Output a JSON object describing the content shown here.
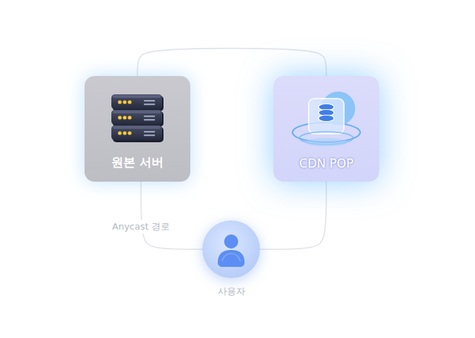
{
  "diagram": {
    "nodes": [
      {
        "text": [
          "원본 서버"
        ]
      },
      {
        "text": [
          "CDN POP"
        ]
      },
      {
        "text": [
          "사용자"
        ]
      }
    ],
    "edges": [
      {
        "from": 0,
        "to": 1,
        "arrow": "none"
      },
      {
        "from": 1,
        "to": 2,
        "arrow": "none"
      },
      {
        "from": 0,
        "to": 2,
        "label": "Anycast 경로",
        "arrow": "none"
      }
    ]
  }
}
